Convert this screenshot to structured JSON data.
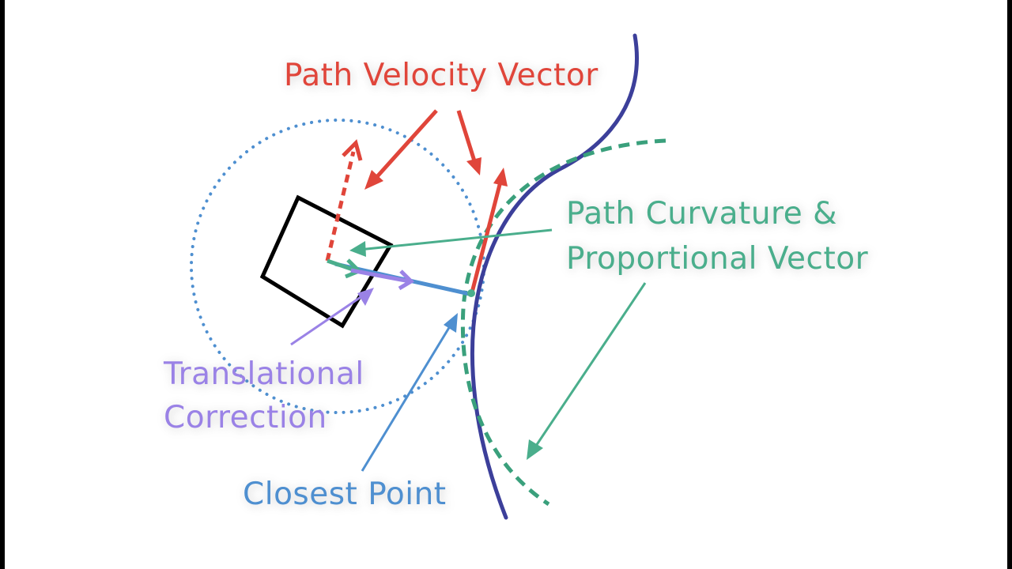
{
  "labels": {
    "path_velocity": "Path Velocity Vector",
    "curvature_line1": "Path Curvature &",
    "curvature_line2": "Proportional Vector",
    "translational_line1": "Translational",
    "translational_line2": "Correction",
    "closest_point": "Closest Point"
  },
  "colors": {
    "path": "#3c3f9a",
    "curvature_path": "#3aa07c",
    "velocity": "#e0453a",
    "curvature": "#4aae8c",
    "translational": "#9a82e6",
    "closest": "#4e8fd0",
    "robot": "#000000",
    "background": "#ffffff",
    "frame": "#000000"
  }
}
